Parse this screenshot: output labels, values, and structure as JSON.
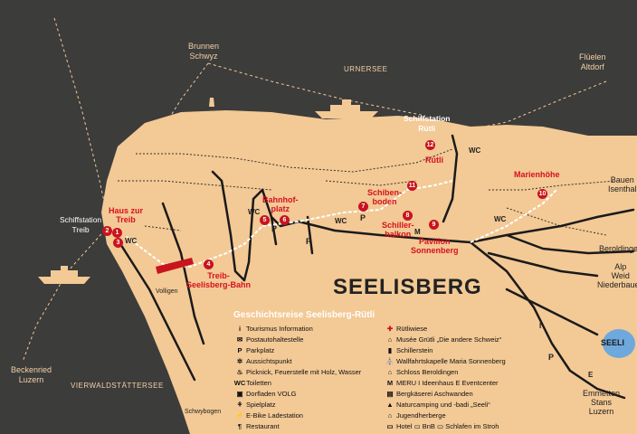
{
  "map": {
    "title": "SEELISBERG",
    "water": {
      "urnersee": "URNERSEE",
      "vierwaldstaettersee": "VIERWALDSTÄTTERSEE",
      "seeli": "SEELI"
    },
    "external_places": {
      "brunnen": "Brunnen\nSchwyz",
      "flueelen": "Flüelen\nAltdorf",
      "beckenried": "Beckenried\nLuzern",
      "emmetten": "Emmetten\nStans\nLuzern",
      "bauen": "Bauen\nIsenthal",
      "beroldingen": "Beroldingen",
      "alp_weid": "Alp\nWeid\nNiederbauen"
    },
    "places": {
      "schiffstation_ruetli": "Schiffstation\nRütli",
      "schiffstation_treib": "Schiffstation\nTreib",
      "volligen": "Volligen",
      "schwybogen": "Schwybogen"
    },
    "pois": [
      {
        "n": "1",
        "label": "Haus zur\nTreib"
      },
      {
        "n": "2",
        "label": ""
      },
      {
        "n": "3",
        "label": ""
      },
      {
        "n": "4",
        "label": "Treib-\nSeelisberg-Bahn"
      },
      {
        "n": "5",
        "label": "Bahnhof-\nplatz"
      },
      {
        "n": "6",
        "label": ""
      },
      {
        "n": "7",
        "label": "Schiben-\nboden"
      },
      {
        "n": "8",
        "label": "Schiller-\nbalkon"
      },
      {
        "n": "9",
        "label": "Pavillon\nSonnenberg"
      },
      {
        "n": "10",
        "label": "Marienhöhe"
      },
      {
        "n": "11",
        "label": ""
      },
      {
        "n": "12",
        "label": "Rütli"
      }
    ],
    "small_labels": {
      "wc": "WC",
      "p": "P",
      "m": "M",
      "e": "E",
      "i": "I"
    }
  },
  "legend": {
    "title": "Geschichtsreise Seelisberg-Rütli",
    "left": [
      {
        "icon": "i",
        "label": "Tourismus Information"
      },
      {
        "icon": "✉",
        "label": "Postautohaltestelle"
      },
      {
        "icon": "P",
        "label": "Parkplatz"
      },
      {
        "icon": "✲",
        "label": "Aussichtspunkt"
      },
      {
        "icon": "♨",
        "label": "Picknick, Feuerstelle mit Holz, Wasser"
      },
      {
        "icon": "WC",
        "label": "Toiletten"
      },
      {
        "icon": "▣",
        "label": "Dorfladen VOLG"
      },
      {
        "icon": "⚘",
        "label": "Spielplatz"
      },
      {
        "icon": "⚡",
        "label": "E-Bike Ladestation"
      },
      {
        "icon": "¶",
        "label": "Restaurant"
      }
    ],
    "right": [
      {
        "icon": "✚",
        "label": "Rütliwiese"
      },
      {
        "icon": "⌂",
        "label": "Musée Grütli „Die andere Schweiz“"
      },
      {
        "icon": "▮",
        "label": "Schillerstein"
      },
      {
        "icon": "⛪",
        "label": "Wallfahrtskapelle Maria Sonnenberg"
      },
      {
        "icon": "⌂",
        "label": "Schloss Beroldingen"
      },
      {
        "icon": "M",
        "label": "MERU   I  Ideenhaus   E  Eventcenter"
      },
      {
        "icon": "▤",
        "label": "Bergkäserei Aschwanden"
      },
      {
        "icon": "▲",
        "label": "Naturcamping und -badi „Seeli“"
      },
      {
        "icon": "⌂",
        "label": "Jugendherberge"
      },
      {
        "icon": "▭",
        "label": "Hotel  ▭ BnB  ▭ Schlafen im Stroh"
      }
    ]
  }
}
